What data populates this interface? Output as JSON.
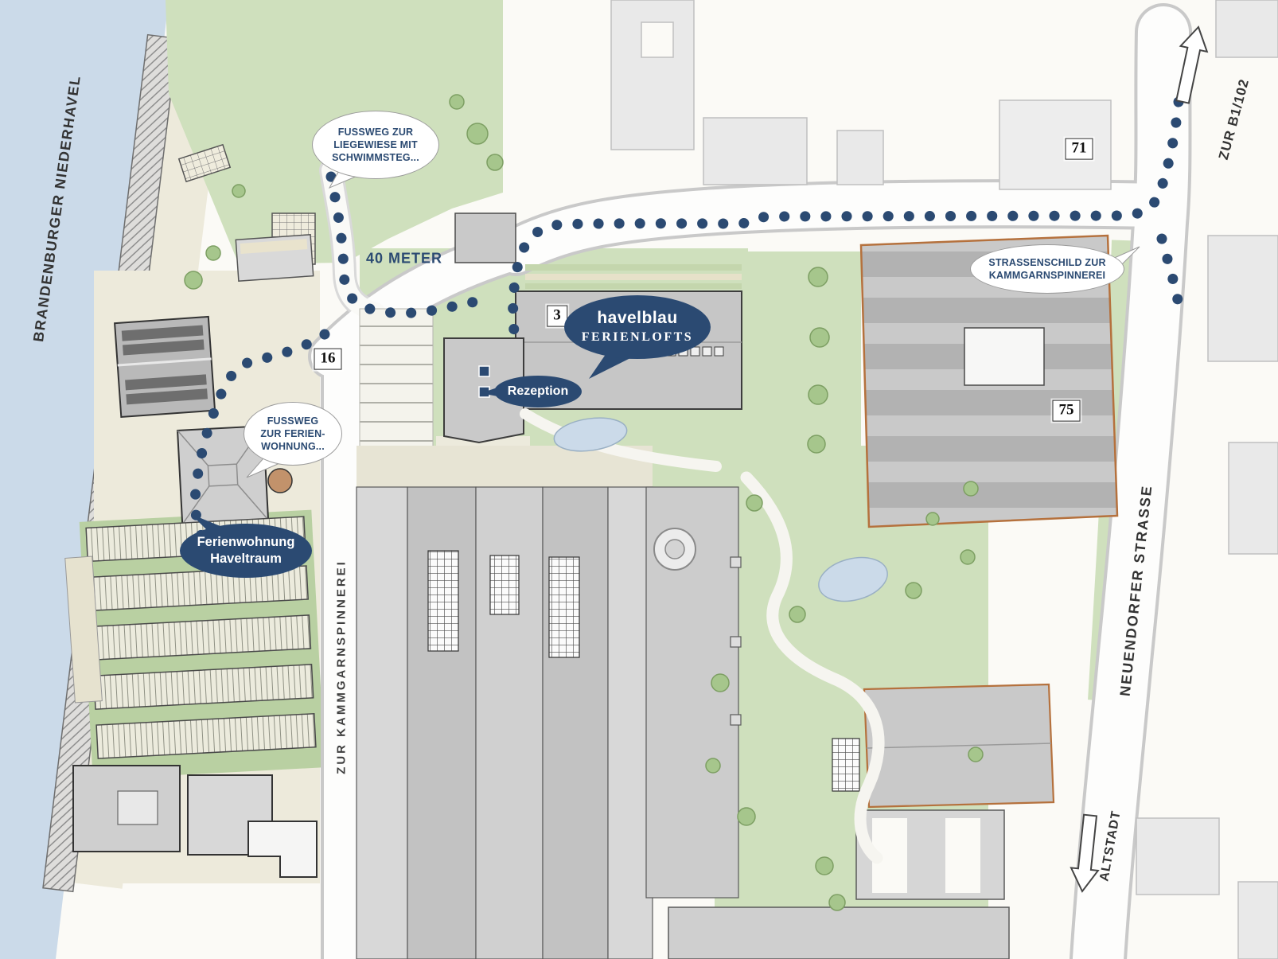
{
  "colors": {
    "navy": "#2b4a72",
    "orange": "#b5713d",
    "water": "#cbdae9",
    "lawn": "#cfe0bd",
    "lawn_dark": "#b9d0a2"
  },
  "labels": {
    "river": "BRANDENBURGER NIEDERHAVEL",
    "distance": "40 METER",
    "to_b1": "ZUR B1/102",
    "street_neuendorfer": "NEUENDORFER STRASSE",
    "to_altstadt": "ALTSTADT",
    "street_kammgarn": "ZUR KAMMGARNSPINNEREI"
  },
  "house_numbers": {
    "n16": "16",
    "n3": "3",
    "n71": "71",
    "n75": "75"
  },
  "bubbles": {
    "liegewiese": {
      "lines": [
        "FUSSWEG ZUR",
        "LIEGEWIESE MIT",
        "SCHWIMMSTEG..."
      ]
    },
    "ferienwohnung_weg": {
      "lines": [
        "FUSSWEG",
        "ZUR FERIEN-",
        "WOHNUNG..."
      ]
    },
    "haveltraum": {
      "lines": [
        "Ferienwohnung",
        "Haveltraum"
      ]
    },
    "rezeption": {
      "label": "Rezeption"
    },
    "havelblau": {
      "name": "havelblau",
      "subtitle": "FERIENLOFTS"
    },
    "strassenschild": {
      "lines": [
        "STRASSENSCHILD ZUR",
        "KAMMGARNSPINNEREI"
      ]
    }
  }
}
